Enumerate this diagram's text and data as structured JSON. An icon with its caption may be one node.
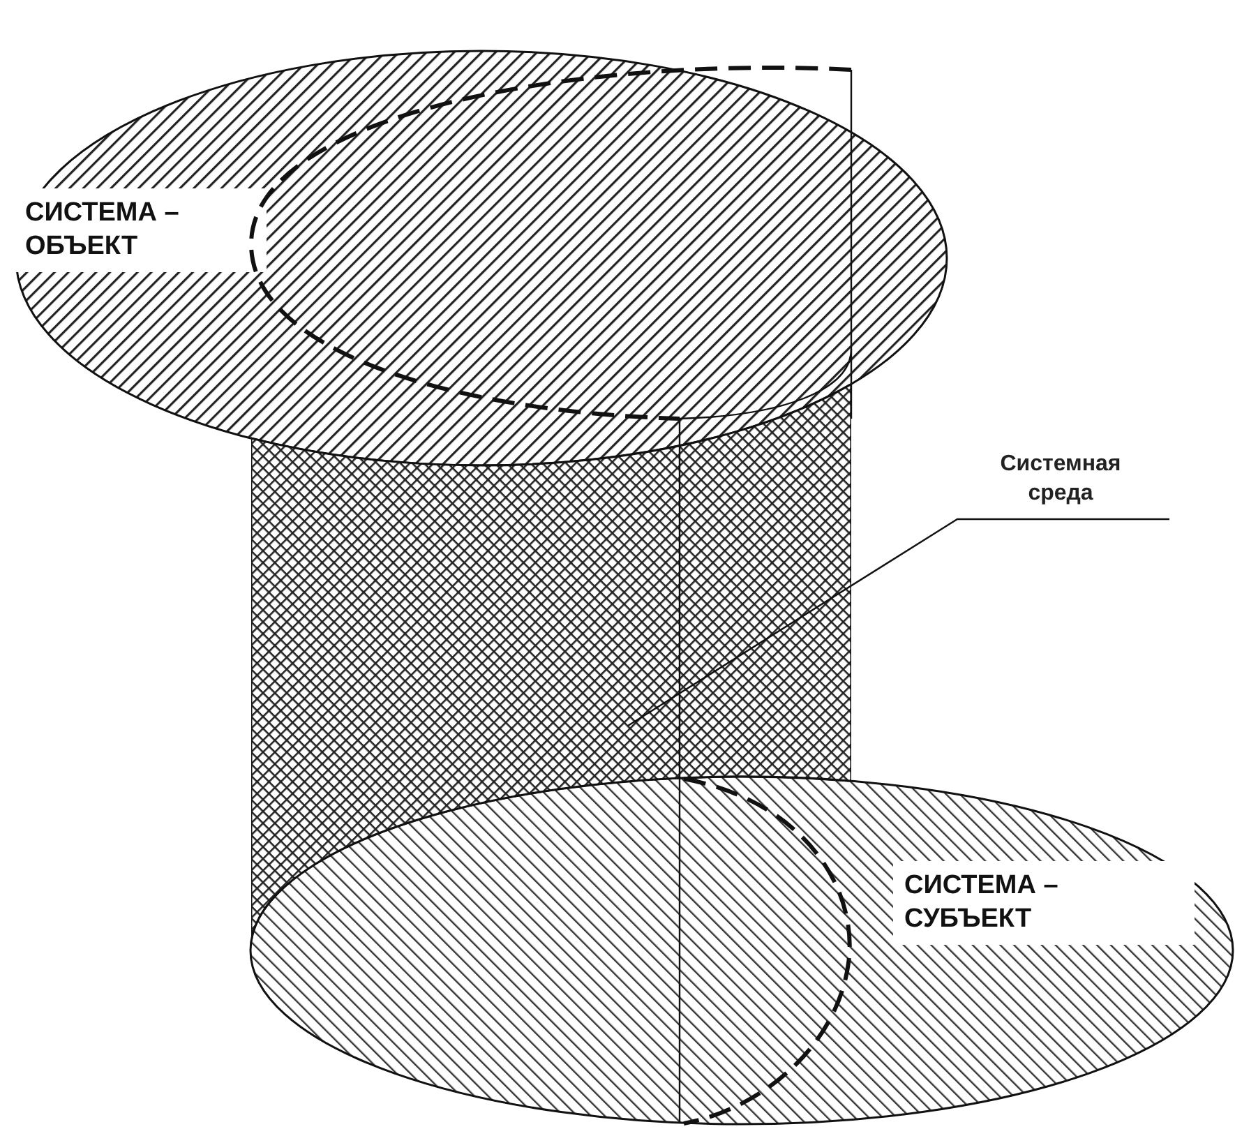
{
  "diagram": {
    "nodes": [
      {
        "text": [
          "СИСТЕМА – ОБЪЕКТ"
        ]
      },
      {
        "text": [],
        "shape": "box"
      },
      {
        "text": [
          "Системная среда"
        ]
      },
      {
        "text": [
          "СИСТЕМА – СУБЪЕКТ"
        ]
      }
    ],
    "edges": [
      {
        "from": 2,
        "to": 1,
        "arrow": "none"
      }
    ]
  }
}
